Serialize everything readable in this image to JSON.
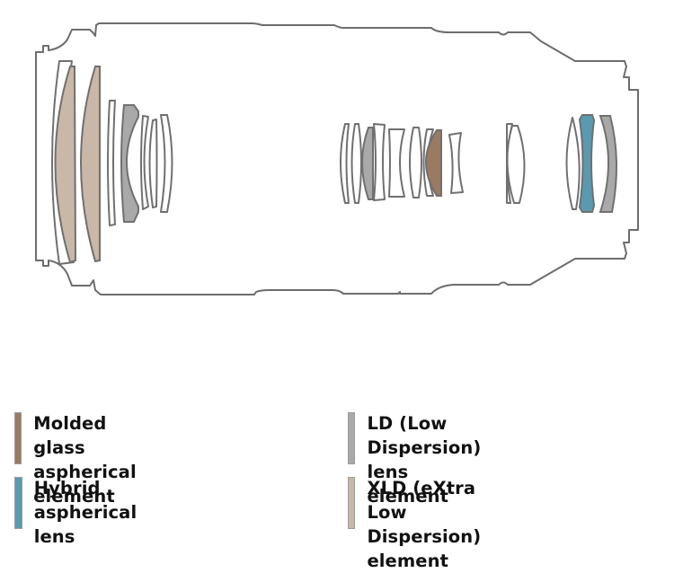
{
  "diagram": {
    "title": "Lens construction diagram",
    "colors": {
      "molded_glass_aspherical": "#9a7a60",
      "hybrid_aspherical": "#5a9ab0",
      "ld": "#a9a9a9",
      "xld": "#c9b7a7",
      "plain": "#ffffff",
      "outline": "#707070"
    },
    "elements": [
      {
        "group": "front",
        "type": "plain"
      },
      {
        "group": "front",
        "type": "xld"
      },
      {
        "group": "front",
        "type": "xld"
      },
      {
        "group": "front-2",
        "type": "plain"
      },
      {
        "group": "front-2",
        "type": "ld"
      },
      {
        "group": "front-2",
        "type": "plain"
      },
      {
        "group": "front-2",
        "type": "plain"
      },
      {
        "group": "front-2",
        "type": "plain"
      },
      {
        "group": "middle",
        "type": "plain"
      },
      {
        "group": "middle",
        "type": "plain"
      },
      {
        "group": "middle",
        "type": "ld"
      },
      {
        "group": "middle",
        "type": "plain"
      },
      {
        "group": "middle",
        "type": "plain"
      },
      {
        "group": "middle",
        "type": "plain"
      },
      {
        "group": "middle",
        "type": "plain"
      },
      {
        "group": "middle",
        "type": "plain"
      },
      {
        "group": "middle",
        "type": "molded_glass_aspherical"
      },
      {
        "group": "middle",
        "type": "plain"
      },
      {
        "group": "rear-1",
        "type": "plain"
      },
      {
        "group": "rear-1",
        "type": "plain"
      },
      {
        "group": "rear-2",
        "type": "plain"
      },
      {
        "group": "rear-2",
        "type": "hybrid_aspherical"
      },
      {
        "group": "rear-2",
        "type": "ld"
      }
    ]
  },
  "legend": {
    "items": [
      {
        "key": "molded_glass_aspherical",
        "color": "#9a7a60",
        "lines": [
          "Molded glass",
          "aspherical element"
        ]
      },
      {
        "key": "hybrid_aspherical",
        "color": "#5a9ab0",
        "lines": [
          "Hybrid aspherical",
          "lens"
        ]
      },
      {
        "key": "ld",
        "color": "#a9a9a9",
        "lines": [
          "LD (Low Dispersion)",
          "lens element"
        ]
      },
      {
        "key": "xld",
        "color": "#c9b7a7",
        "lines": [
          "XLD (eXtra Low",
          "Dispersion) element"
        ]
      }
    ]
  }
}
